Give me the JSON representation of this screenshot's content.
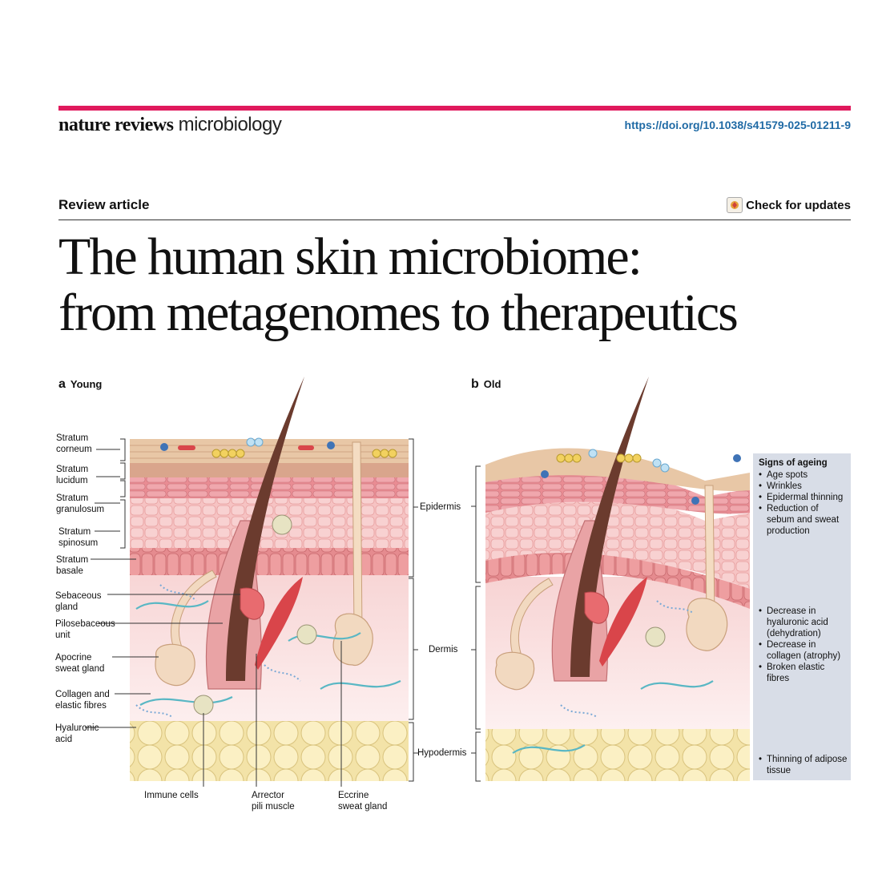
{
  "header": {
    "journal_bold": "nature reviews",
    "journal_light": "microbiology",
    "doi": "https://doi.org/10.1038/s41579-025-01211-9",
    "article_type": "Review article",
    "check_updates": "Check for updates"
  },
  "title": {
    "line1": "The human skin microbiome:",
    "line2": "from metagenomes to therapeutics"
  },
  "figure": {
    "panel_a": {
      "letter": "a",
      "label": "Young"
    },
    "panel_b": {
      "letter": "b",
      "label": "Old"
    },
    "left_labels": [
      {
        "line1": "Stratum",
        "line2": "corneum"
      },
      {
        "line1": "Stratum",
        "line2": "lucidum"
      },
      {
        "line1": "Stratum",
        "line2": "granulosum"
      },
      {
        "line1": "Stratum",
        "line2": "spinosum"
      },
      {
        "line1": "Stratum",
        "line2": "basale"
      },
      {
        "line1": "Sebaceous",
        "line2": "gland"
      },
      {
        "line1": "Pilosebaceous",
        "line2": "unit"
      },
      {
        "line1": "Apocrine",
        "line2": "sweat gland"
      },
      {
        "line1": "Collagen and",
        "line2": "elastic fibres"
      },
      {
        "line1": "Hyaluronic",
        "line2": "acid"
      }
    ],
    "bottom_labels": [
      {
        "line1": "Immune cells",
        "line2": ""
      },
      {
        "line1": "Arrector",
        "line2": "pili muscle"
      },
      {
        "line1": "Eccrine",
        "line2": "sweat gland"
      }
    ],
    "layers": {
      "epidermis": "Epidermis",
      "dermis": "Dermis",
      "hypodermis": "Hypodermis"
    },
    "signs": {
      "heading": "Signs of ageing",
      "epidermis": [
        "Age spots",
        "Wrinkles",
        "Epidermal thinning",
        "Reduction of sebum and sweat production"
      ],
      "dermis": [
        "Decrease in hyaluronic acid (dehydration)",
        "Decrease in collagen (atrophy)",
        "Broken elastic fibres"
      ],
      "hypodermis": [
        "Thinning of adipose tissue"
      ]
    }
  },
  "colors": {
    "accent_bar": "#e0195c",
    "doi_link": "#1f6aa5",
    "signs_panel": "#d8dde7"
  }
}
